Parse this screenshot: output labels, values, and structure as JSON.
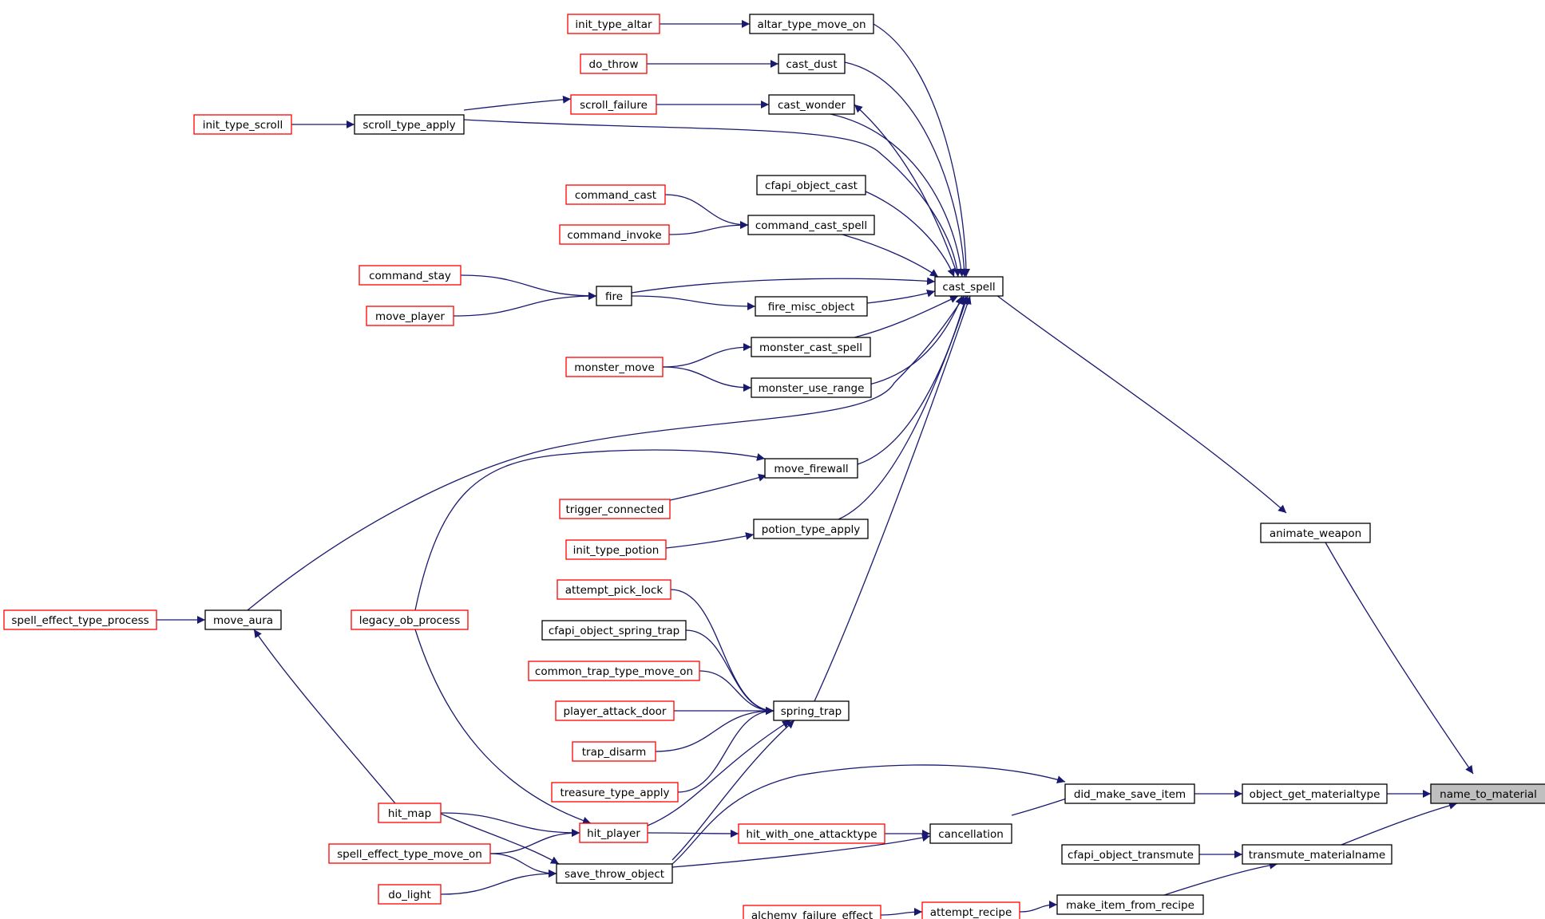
{
  "diagram": {
    "edge_color": "#191970",
    "node_colors": {
      "documented": "#000000",
      "undocumented": "#ff0000",
      "target_fill": "#bfbfbf"
    },
    "nodes": [
      {
        "id": "name_to_material",
        "label": "name_to_material",
        "style": "target"
      },
      {
        "id": "animate_weapon",
        "label": "animate_weapon",
        "style": "black"
      },
      {
        "id": "object_get_materialtype",
        "label": "object_get_materialtype",
        "style": "black"
      },
      {
        "id": "transmute_materialname",
        "label": "transmute_materialname",
        "style": "black"
      },
      {
        "id": "cast_spell",
        "label": "cast_spell",
        "style": "black"
      },
      {
        "id": "did_make_save_item",
        "label": "did_make_save_item",
        "style": "black"
      },
      {
        "id": "cfapi_object_transmute",
        "label": "cfapi_object_transmute",
        "style": "black"
      },
      {
        "id": "make_item_from_recipe",
        "label": "make_item_from_recipe",
        "style": "black"
      },
      {
        "id": "cancellation",
        "label": "cancellation",
        "style": "black"
      },
      {
        "id": "attempt_recipe",
        "label": "attempt_recipe",
        "style": "red"
      },
      {
        "id": "alchemy_failure_effect",
        "label": "alchemy_failure_effect",
        "style": "red"
      },
      {
        "id": "hit_with_one_attacktype",
        "label": "hit_with_one_attacktype",
        "style": "red"
      },
      {
        "id": "altar_type_move_on",
        "label": "altar_type_move_on",
        "style": "black"
      },
      {
        "id": "cast_dust",
        "label": "cast_dust",
        "style": "black"
      },
      {
        "id": "cast_wonder",
        "label": "cast_wonder",
        "style": "black"
      },
      {
        "id": "cfapi_object_cast",
        "label": "cfapi_object_cast",
        "style": "black"
      },
      {
        "id": "command_cast_spell",
        "label": "command_cast_spell",
        "style": "black"
      },
      {
        "id": "fire_misc_object",
        "label": "fire_misc_object",
        "style": "black"
      },
      {
        "id": "monster_cast_spell",
        "label": "monster_cast_spell",
        "style": "black"
      },
      {
        "id": "monster_use_range",
        "label": "monster_use_range",
        "style": "black"
      },
      {
        "id": "move_firewall",
        "label": "move_firewall",
        "style": "black"
      },
      {
        "id": "potion_type_apply",
        "label": "potion_type_apply",
        "style": "black"
      },
      {
        "id": "spring_trap",
        "label": "spring_trap",
        "style": "black"
      },
      {
        "id": "init_type_altar",
        "label": "init_type_altar",
        "style": "red"
      },
      {
        "id": "do_throw",
        "label": "do_throw",
        "style": "red"
      },
      {
        "id": "scroll_failure",
        "label": "scroll_failure",
        "style": "red"
      },
      {
        "id": "scroll_type_apply",
        "label": "scroll_type_apply",
        "style": "black"
      },
      {
        "id": "init_type_scroll",
        "label": "init_type_scroll",
        "style": "red"
      },
      {
        "id": "command_cast",
        "label": "command_cast",
        "style": "red"
      },
      {
        "id": "command_invoke",
        "label": "command_invoke",
        "style": "red"
      },
      {
        "id": "fire",
        "label": "fire",
        "style": "black"
      },
      {
        "id": "command_stay",
        "label": "command_stay",
        "style": "red"
      },
      {
        "id": "move_player",
        "label": "move_player",
        "style": "red"
      },
      {
        "id": "monster_move",
        "label": "monster_move",
        "style": "red"
      },
      {
        "id": "move_aura",
        "label": "move_aura",
        "style": "black"
      },
      {
        "id": "spell_effect_type_process",
        "label": "spell_effect_type_process",
        "style": "red"
      },
      {
        "id": "trigger_connected",
        "label": "trigger_connected",
        "style": "red"
      },
      {
        "id": "legacy_ob_process",
        "label": "legacy_ob_process",
        "style": "red"
      },
      {
        "id": "init_type_potion",
        "label": "init_type_potion",
        "style": "red"
      },
      {
        "id": "attempt_pick_lock",
        "label": "attempt_pick_lock",
        "style": "red"
      },
      {
        "id": "cfapi_object_spring_trap",
        "label": "cfapi_object_spring_trap",
        "style": "black"
      },
      {
        "id": "common_trap_type_move_on",
        "label": "common_trap_type_move_on",
        "style": "red"
      },
      {
        "id": "player_attack_door",
        "label": "player_attack_door",
        "style": "red"
      },
      {
        "id": "trap_disarm",
        "label": "trap_disarm",
        "style": "red"
      },
      {
        "id": "treasure_type_apply",
        "label": "treasure_type_apply",
        "style": "red"
      },
      {
        "id": "hit_player",
        "label": "hit_player",
        "style": "red"
      },
      {
        "id": "save_throw_object",
        "label": "save_throw_object",
        "style": "black"
      },
      {
        "id": "hit_map",
        "label": "hit_map",
        "style": "red"
      },
      {
        "id": "spell_effect_type_move_on",
        "label": "spell_effect_type_move_on",
        "style": "red"
      },
      {
        "id": "do_light",
        "label": "do_light",
        "style": "red"
      }
    ],
    "edges": [
      {
        "from": "animate_weapon",
        "to": "name_to_material"
      },
      {
        "from": "object_get_materialtype",
        "to": "name_to_material"
      },
      {
        "from": "transmute_materialname",
        "to": "name_to_material"
      },
      {
        "from": "cast_spell",
        "to": "animate_weapon"
      },
      {
        "from": "did_make_save_item",
        "to": "object_get_materialtype"
      },
      {
        "from": "cfapi_object_transmute",
        "to": "transmute_materialname"
      },
      {
        "from": "make_item_from_recipe",
        "to": "transmute_materialname"
      },
      {
        "from": "cancellation",
        "to": "did_make_save_item"
      },
      {
        "from": "save_throw_object",
        "to": "did_make_save_item"
      },
      {
        "from": "attempt_recipe",
        "to": "make_item_from_recipe"
      },
      {
        "from": "alchemy_failure_effect",
        "to": "attempt_recipe"
      },
      {
        "from": "hit_with_one_attacktype",
        "to": "cancellation"
      },
      {
        "from": "save_throw_object",
        "to": "cancellation"
      },
      {
        "from": "hit_player",
        "to": "hit_with_one_attacktype"
      },
      {
        "from": "altar_type_move_on",
        "to": "cast_spell"
      },
      {
        "from": "cast_dust",
        "to": "cast_spell"
      },
      {
        "from": "cast_wonder",
        "to": "cast_spell"
      },
      {
        "from": "cast_spell",
        "to": "cast_wonder"
      },
      {
        "from": "scroll_type_apply",
        "to": "cast_spell"
      },
      {
        "from": "cfapi_object_cast",
        "to": "cast_spell"
      },
      {
        "from": "command_cast_spell",
        "to": "cast_spell"
      },
      {
        "from": "fire",
        "to": "cast_spell"
      },
      {
        "from": "fire_misc_object",
        "to": "cast_spell"
      },
      {
        "from": "monster_cast_spell",
        "to": "cast_spell"
      },
      {
        "from": "monster_use_range",
        "to": "cast_spell"
      },
      {
        "from": "move_aura",
        "to": "cast_spell"
      },
      {
        "from": "move_firewall",
        "to": "cast_spell"
      },
      {
        "from": "potion_type_apply",
        "to": "cast_spell"
      },
      {
        "from": "spring_trap",
        "to": "cast_spell"
      },
      {
        "from": "init_type_altar",
        "to": "altar_type_move_on"
      },
      {
        "from": "do_throw",
        "to": "cast_dust"
      },
      {
        "from": "scroll_failure",
        "to": "cast_wonder"
      },
      {
        "from": "scroll_type_apply",
        "to": "scroll_failure"
      },
      {
        "from": "init_type_scroll",
        "to": "scroll_type_apply"
      },
      {
        "from": "command_cast",
        "to": "command_cast_spell"
      },
      {
        "from": "command_invoke",
        "to": "command_cast_spell"
      },
      {
        "from": "fire",
        "to": "fire_misc_object"
      },
      {
        "from": "command_stay",
        "to": "fire"
      },
      {
        "from": "move_player",
        "to": "fire"
      },
      {
        "from": "monster_move",
        "to": "monster_cast_spell"
      },
      {
        "from": "monster_move",
        "to": "monster_use_range"
      },
      {
        "from": "spell_effect_type_process",
        "to": "move_aura"
      },
      {
        "from": "hit_map",
        "to": "move_aura"
      },
      {
        "from": "trigger_connected",
        "to": "move_firewall"
      },
      {
        "from": "legacy_ob_process",
        "to": "move_firewall"
      },
      {
        "from": "init_type_potion",
        "to": "potion_type_apply"
      },
      {
        "from": "attempt_pick_lock",
        "to": "spring_trap"
      },
      {
        "from": "cfapi_object_spring_trap",
        "to": "spring_trap"
      },
      {
        "from": "common_trap_type_move_on",
        "to": "spring_trap"
      },
      {
        "from": "player_attack_door",
        "to": "spring_trap"
      },
      {
        "from": "trap_disarm",
        "to": "spring_trap"
      },
      {
        "from": "treasure_type_apply",
        "to": "spring_trap"
      },
      {
        "from": "hit_player",
        "to": "spring_trap"
      },
      {
        "from": "save_throw_object",
        "to": "spring_trap"
      },
      {
        "from": "legacy_ob_process",
        "to": "hit_player"
      },
      {
        "from": "hit_map",
        "to": "hit_player"
      },
      {
        "from": "spell_effect_type_move_on",
        "to": "hit_player"
      },
      {
        "from": "hit_map",
        "to": "save_throw_object"
      },
      {
        "from": "spell_effect_type_move_on",
        "to": "save_throw_object"
      },
      {
        "from": "do_light",
        "to": "save_throw_object"
      }
    ]
  }
}
